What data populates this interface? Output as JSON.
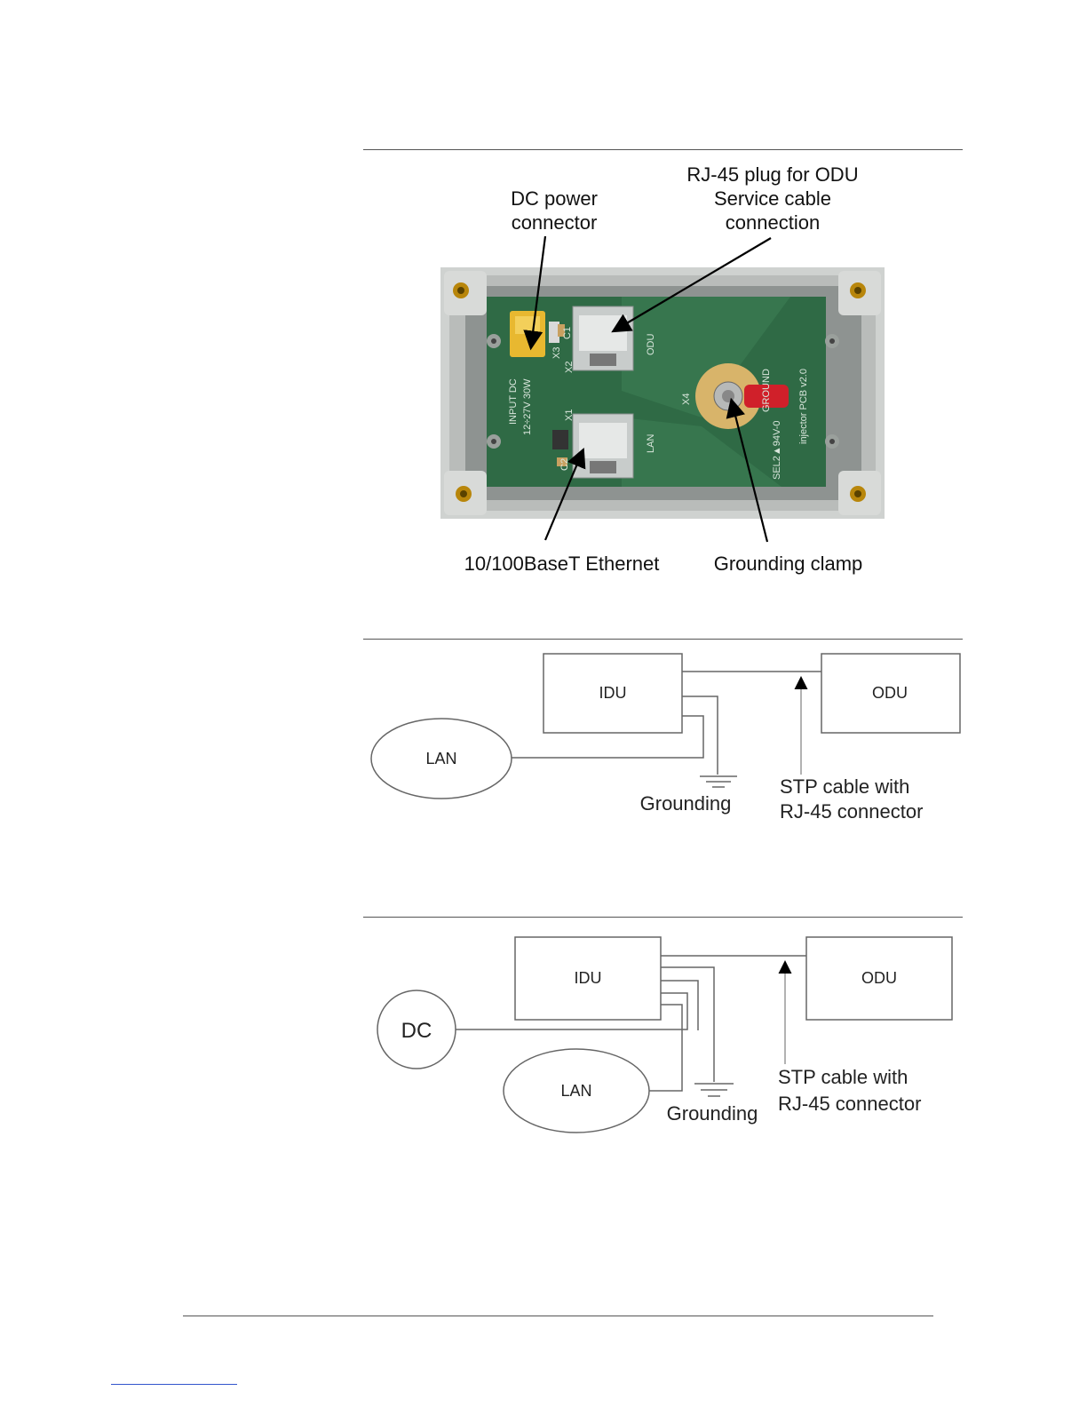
{
  "photo_figure": {
    "labels": {
      "dc_power": "DC power\nconnector",
      "rj45_plug": "RJ-45 plug for ODU\nService cable\nconnection",
      "ethernet": "10/100BaseT Ethernet",
      "grounding_clamp": "Grounding clamp"
    },
    "board_markings": {
      "input_dc": "INPUT DC",
      "rating": "12÷27V 30W",
      "x1": "X1",
      "x2": "X2",
      "x3": "X3",
      "x4": "X4",
      "c1": "C1",
      "c2": "C2",
      "lan": "LAN",
      "odu": "ODU",
      "ground": "GROUND",
      "pcb": "injector PCB v2.0",
      "sel": "SEL2▲94V-0"
    },
    "colors": {
      "board": "#2f6a45",
      "enclosure": "#cfd2d0",
      "dc_jack": "#e8b830",
      "lug": "#d0202a"
    }
  },
  "diagram_1": {
    "idu": "IDU",
    "odu": "ODU",
    "lan": "LAN",
    "grounding": "Grounding",
    "stp": "STP cable with\nRJ-45 connector"
  },
  "diagram_2": {
    "idu": "IDU",
    "odu": "ODU",
    "dc": "DC",
    "lan": "LAN",
    "grounding": "Grounding",
    "stp": "STP cable with\nRJ-45 connector"
  }
}
